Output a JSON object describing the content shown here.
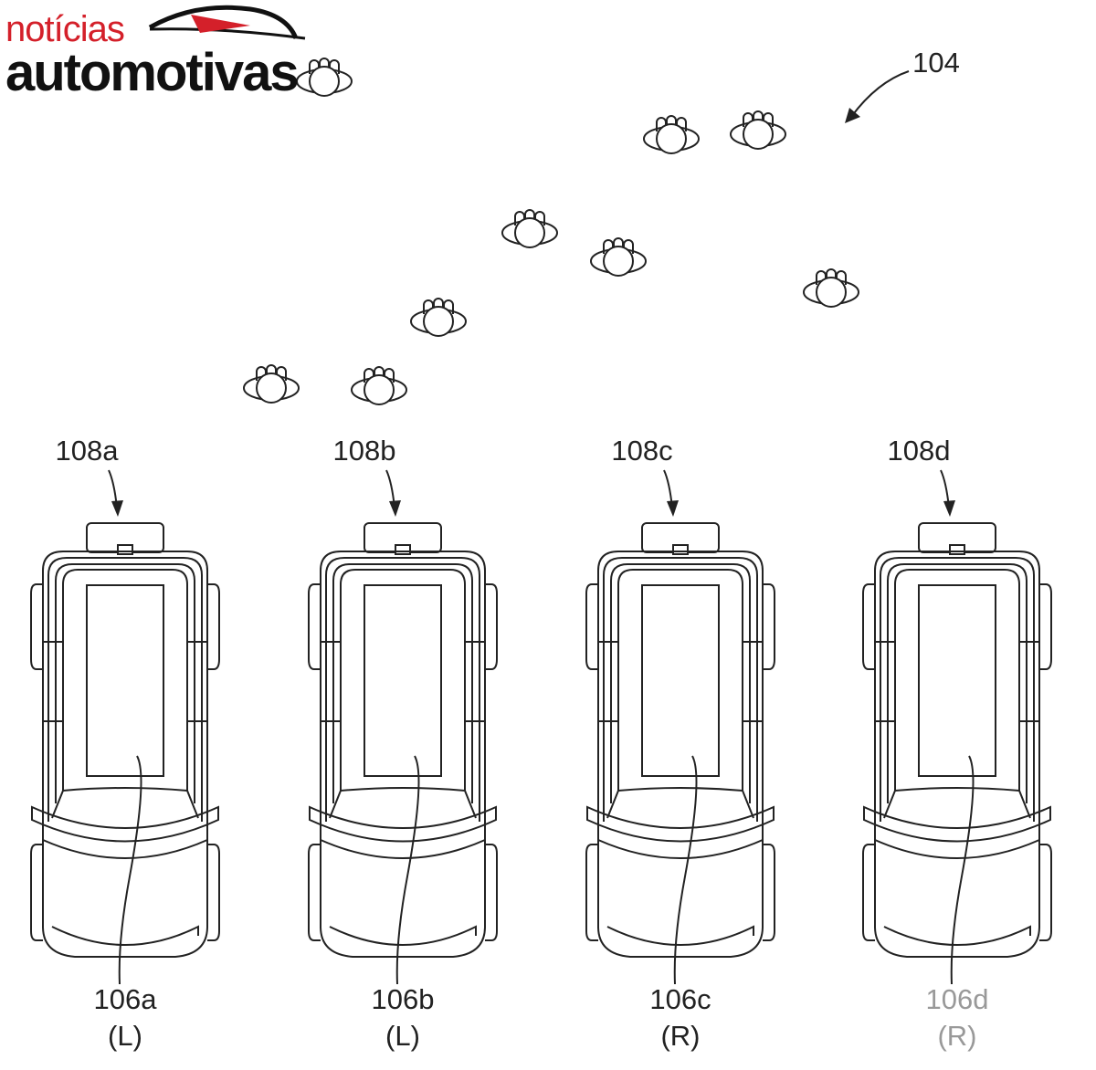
{
  "figure_label": "104",
  "cars": [
    {
      "sensor_label": "108a",
      "vehicle_label": "106a",
      "side": "(L)"
    },
    {
      "sensor_label": "108b",
      "vehicle_label": "106b",
      "side": "(L)"
    },
    {
      "sensor_label": "108c",
      "vehicle_label": "106c",
      "side": "(R)"
    },
    {
      "sensor_label": "108d",
      "vehicle_label": "106d",
      "side": "(R)"
    }
  ],
  "pedestrian_count": 9,
  "watermark": {
    "line1": "notícias",
    "line2": "automotivas"
  },
  "colors": {
    "line": "#222222",
    "watermark_red": "#d4202a",
    "watermark_black": "#111111"
  }
}
